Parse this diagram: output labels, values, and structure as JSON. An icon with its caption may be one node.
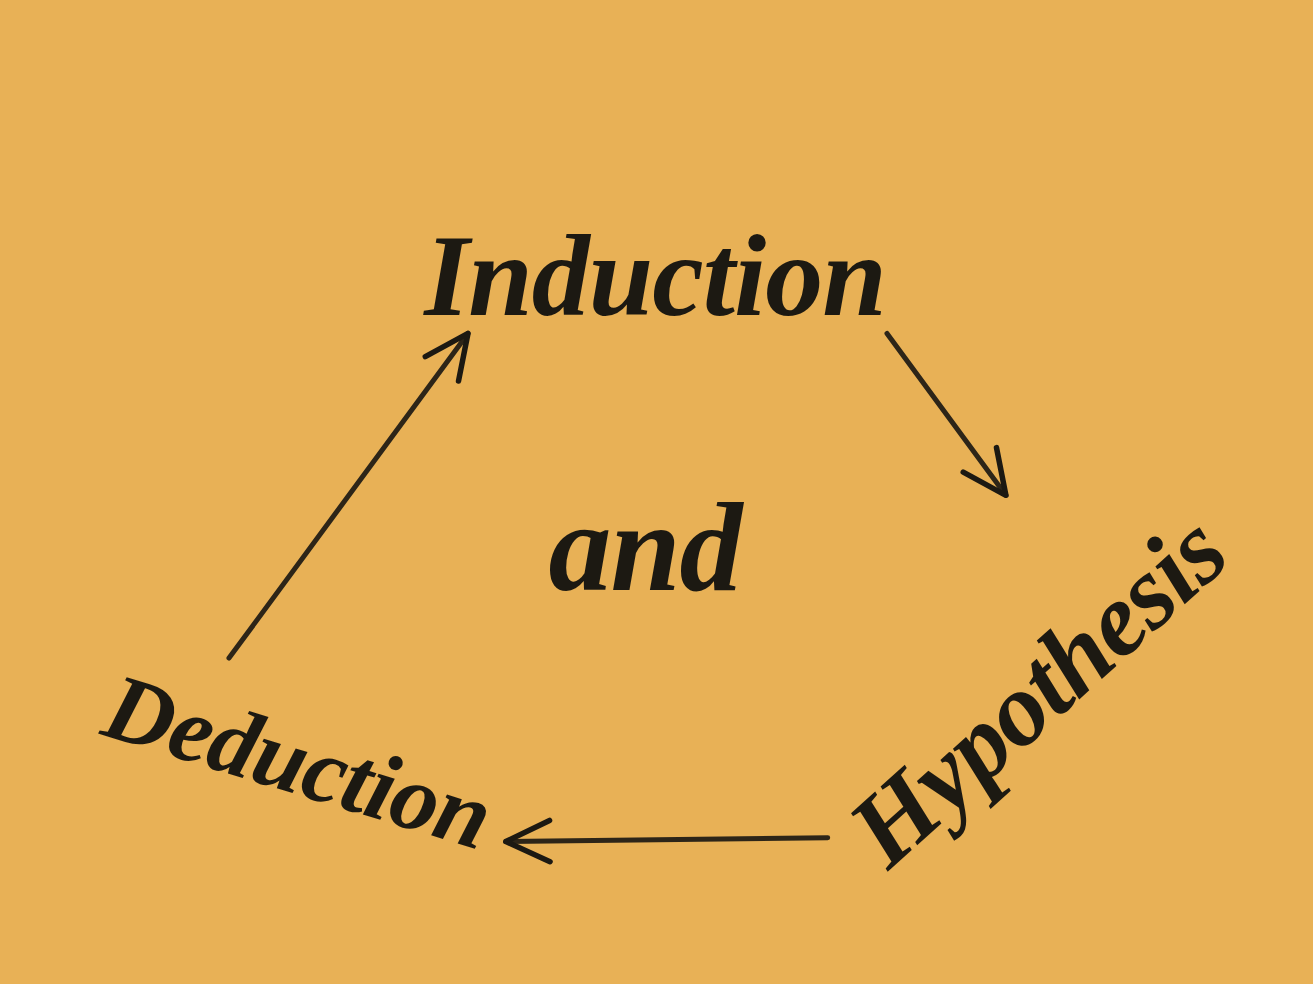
{
  "diagram": {
    "nodes": [
      {
        "text": [
          "Induction"
        ]
      },
      {
        "text": [
          "Hypothesis"
        ]
      },
      {
        "text": [
          "Deduction"
        ]
      }
    ],
    "edges": [
      {
        "from": 0,
        "to": 1,
        "arrow": "to"
      },
      {
        "from": 1,
        "to": 2,
        "arrow": "to"
      },
      {
        "from": 2,
        "to": 0,
        "arrow": "to"
      }
    ],
    "labels": [
      "and"
    ]
  }
}
